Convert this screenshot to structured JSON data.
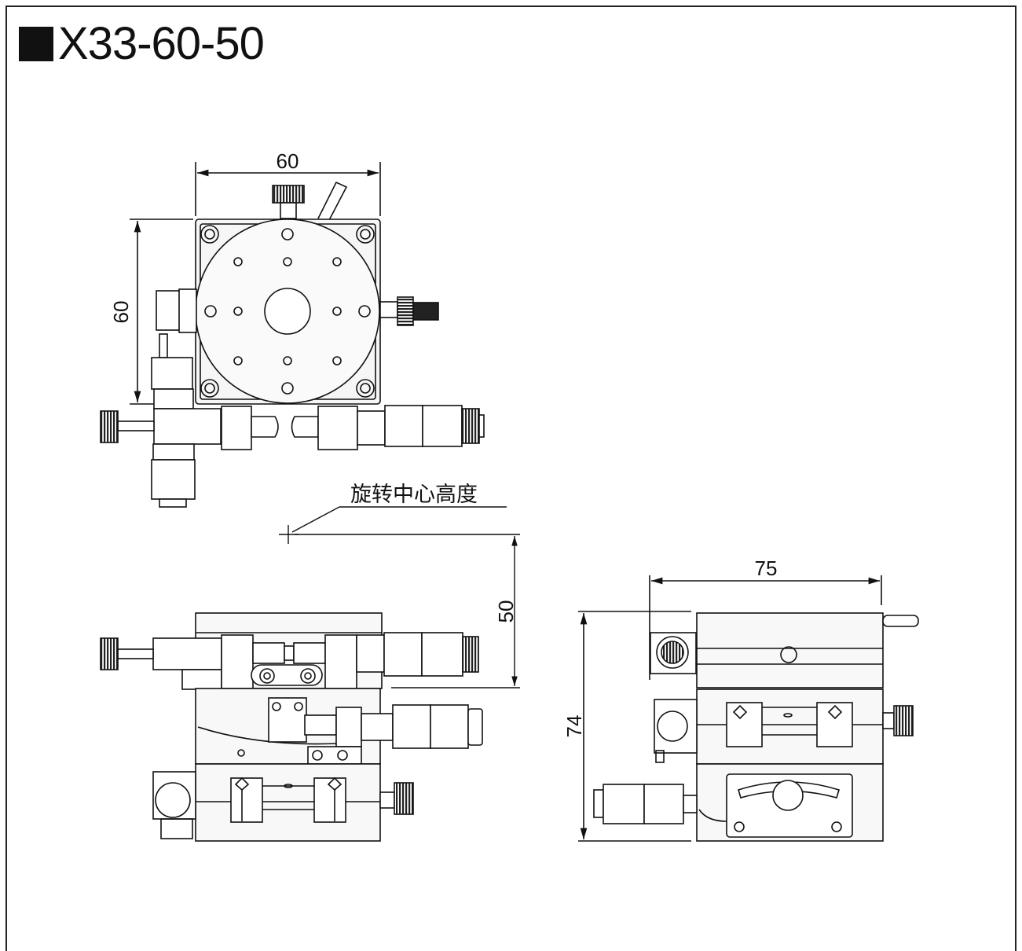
{
  "title": "X33-60-50",
  "top_view": {
    "width_label": "60",
    "height_label": "60"
  },
  "side_view": {
    "height_label": "50",
    "note_label": "旋转中心高度"
  },
  "end_view": {
    "width_label": "75",
    "height_label": "74"
  },
  "colors": {
    "line": "#111111",
    "fill_light": "#f4f4f4",
    "knurl": "#222222"
  }
}
